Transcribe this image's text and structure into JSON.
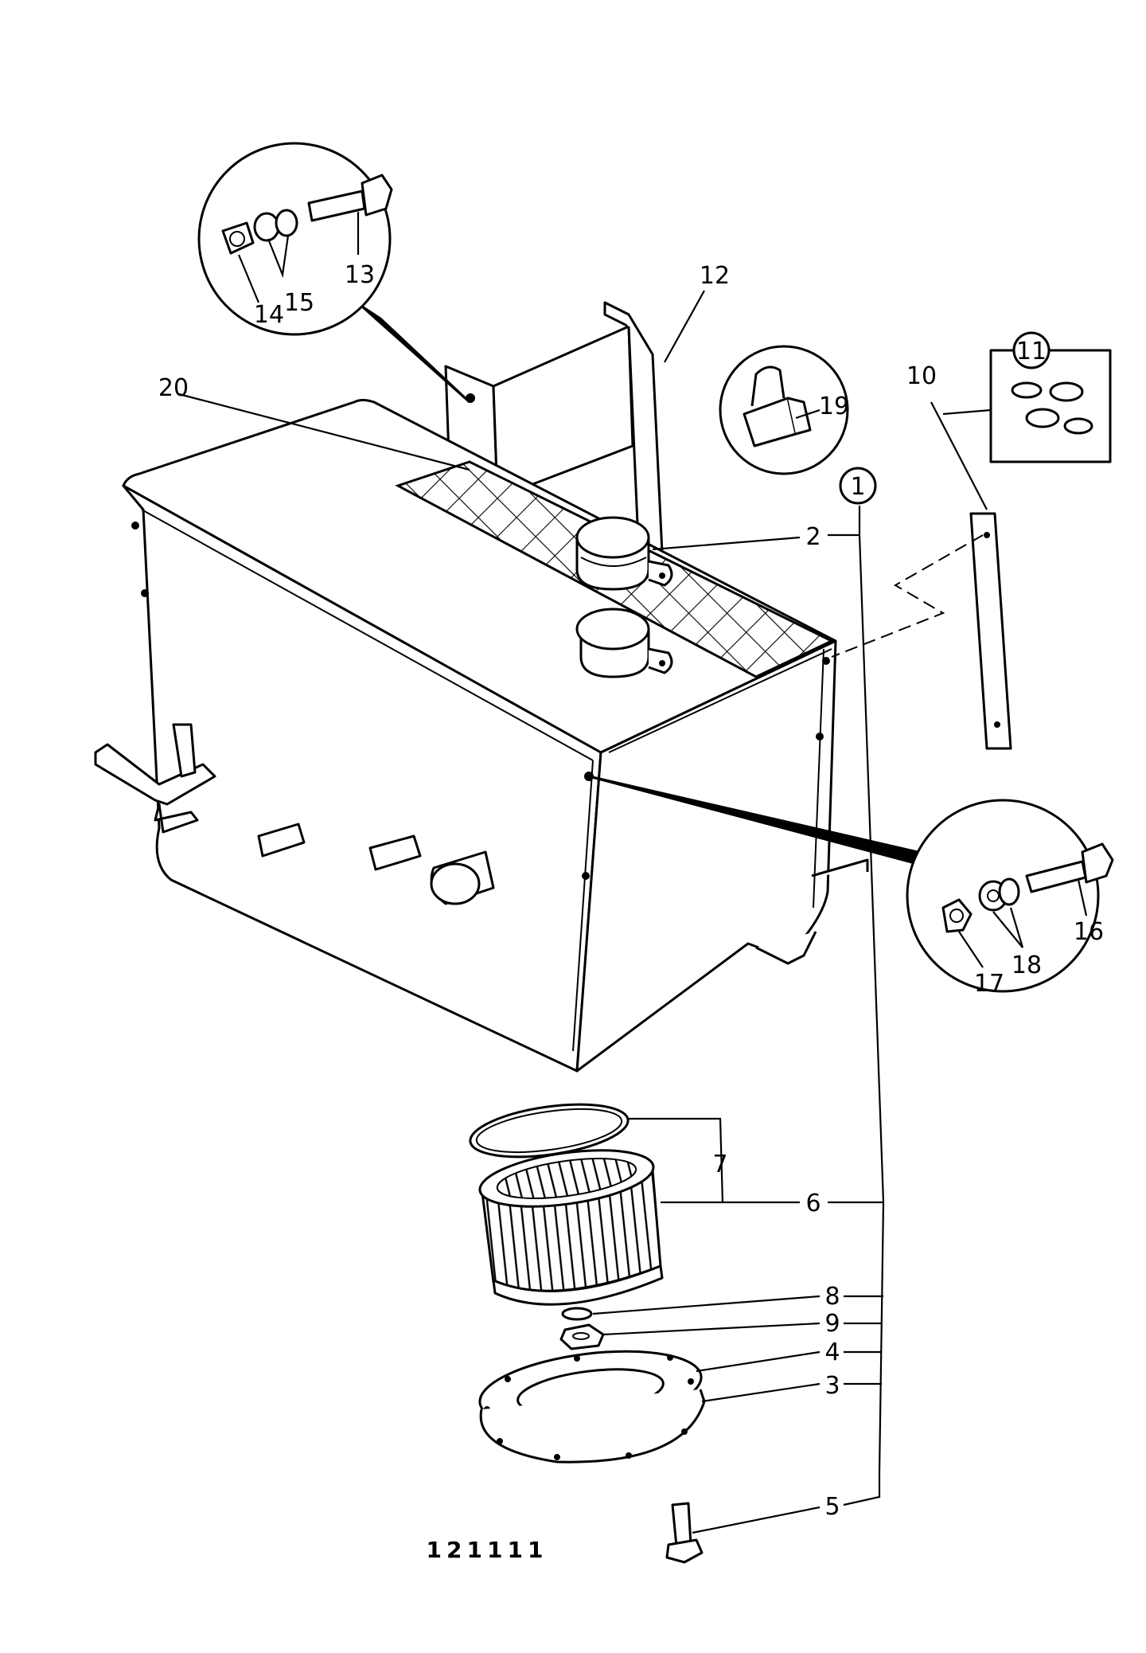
{
  "diagram": {
    "callouts": [
      {
        "id": "c1",
        "text": "1"
      },
      {
        "id": "c2",
        "text": "2"
      },
      {
        "id": "c3",
        "text": "3"
      },
      {
        "id": "c4",
        "text": "4"
      },
      {
        "id": "c5",
        "text": "5"
      },
      {
        "id": "c6",
        "text": "6"
      },
      {
        "id": "c7",
        "text": "7"
      },
      {
        "id": "c8",
        "text": "8"
      },
      {
        "id": "c9",
        "text": "9"
      },
      {
        "id": "c10",
        "text": "10"
      },
      {
        "id": "c11",
        "text": "11"
      },
      {
        "id": "c12",
        "text": "12"
      },
      {
        "id": "c13",
        "text": "13"
      },
      {
        "id": "c14",
        "text": "14"
      },
      {
        "id": "c15",
        "text": "15"
      },
      {
        "id": "c16",
        "text": "16"
      },
      {
        "id": "c17",
        "text": "17"
      },
      {
        "id": "c18",
        "text": "18"
      },
      {
        "id": "c19",
        "text": "19"
      },
      {
        "id": "c20",
        "text": "20"
      }
    ],
    "figure_code": "121111"
  }
}
